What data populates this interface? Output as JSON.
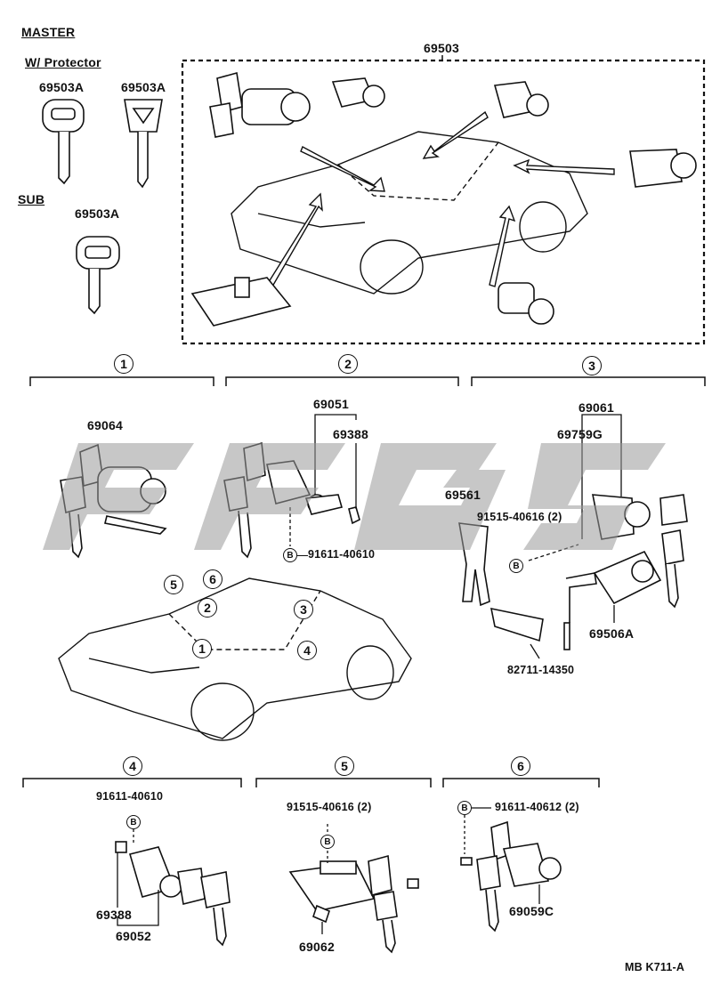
{
  "header": {
    "master": "MASTER",
    "protector": "W/ Protector",
    "sub": "SUB"
  },
  "keys": {
    "master_a": "69503A",
    "master_b": "69503A",
    "sub": "69503A"
  },
  "top_assembly": "69503",
  "sections": {
    "s1": {
      "num": "1",
      "part": "69064"
    },
    "s2": {
      "num": "2",
      "group": "69051",
      "sub": "69388",
      "bolt": "91611-40610",
      "b": "B"
    },
    "s3": {
      "num": "3",
      "group": "69061",
      "sub": "69759G",
      "p1": "69561",
      "p2": "91515-40616 (2)",
      "b": "B",
      "p3": "69506A",
      "p4": "82711-14350"
    },
    "s4": {
      "num": "4",
      "bolt": "91611-40610",
      "b": "B",
      "p1": "69388",
      "p2": "69052"
    },
    "s5": {
      "num": "5",
      "bolt": "91515-40616 (2)",
      "b": "B",
      "p1": "69062"
    },
    "s6": {
      "num": "6",
      "bolt": "91611-40612 (2)",
      "b": "B",
      "p1": "69059C"
    }
  },
  "car_callouts": [
    "5",
    "6",
    "2",
    "3",
    "1",
    "4"
  ],
  "footer_code": "MB  K711-A"
}
